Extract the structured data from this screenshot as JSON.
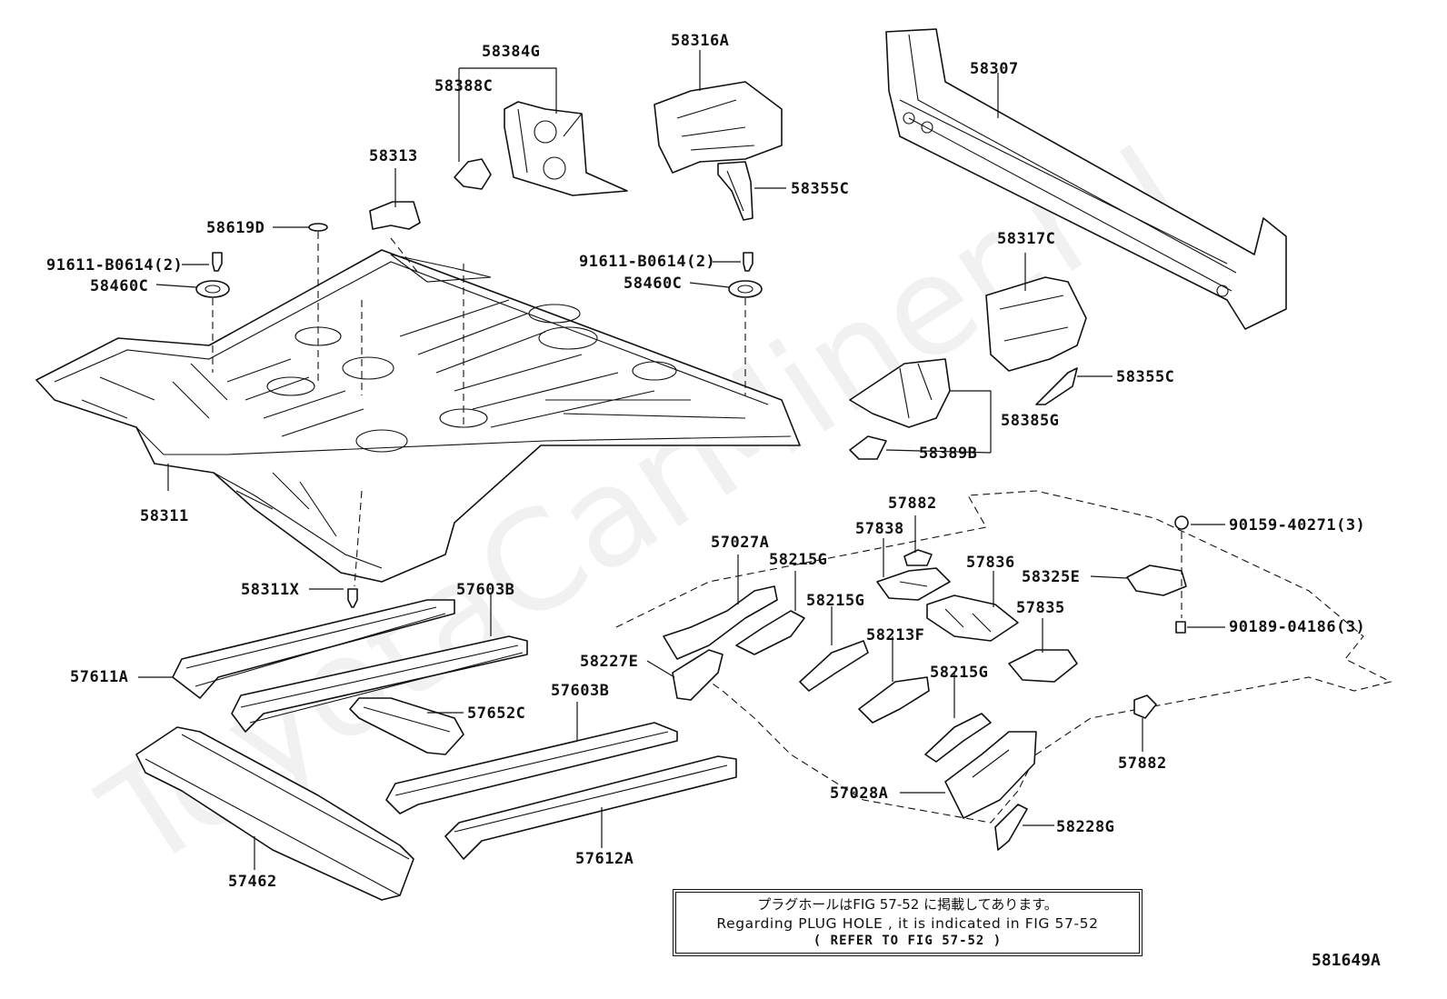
{
  "watermark": "ToyotaCarMiner.ru",
  "labels": {
    "p58384G": "58384G",
    "p58388C": "58388C",
    "p58316A": "58316A",
    "p58307": "58307",
    "p58313": "58313",
    "p58355C_top": "58355C",
    "p58619D": "58619D",
    "p91611_left": "91611-B0614(2)",
    "p58460C_left": "58460C",
    "p91611_right": "91611-B0614(2)",
    "p58460C_right": "58460C",
    "p58317C": "58317C",
    "p58355C_right": "58355C",
    "p58385G": "58385G",
    "p58389B": "58389B",
    "p58311": "58311",
    "p57882_top": "57882",
    "p57838": "57838",
    "p57027A": "57027A",
    "p58215G_1": "58215G",
    "p90159": "90159-40271(3)",
    "p57836": "57836",
    "p58325E": "58325E",
    "p58311X": "58311X",
    "p57603B_1": "57603B",
    "p58215G_2": "58215G",
    "p57835": "57835",
    "p90189": "90189-04186(3)",
    "p58213F": "58213F",
    "p58227E": "58227E",
    "p57611A": "57611A",
    "p58215G_3": "58215G",
    "p57603B_2": "57603B",
    "p57652C": "57652C",
    "p57882_bottom": "57882",
    "p57028A": "57028A",
    "p58228G": "58228G",
    "p57462": "57462",
    "p57612A": "57612A"
  },
  "note": {
    "line1": "プラグホールはFIG 57-52 に掲載してあります。",
    "line2": "Regarding  PLUG  HOLE  ,  it  is  indicated  in  FIG  57-52",
    "line3": "( REFER TO FIG 57-52  )"
  },
  "diagram_code": "581649A"
}
